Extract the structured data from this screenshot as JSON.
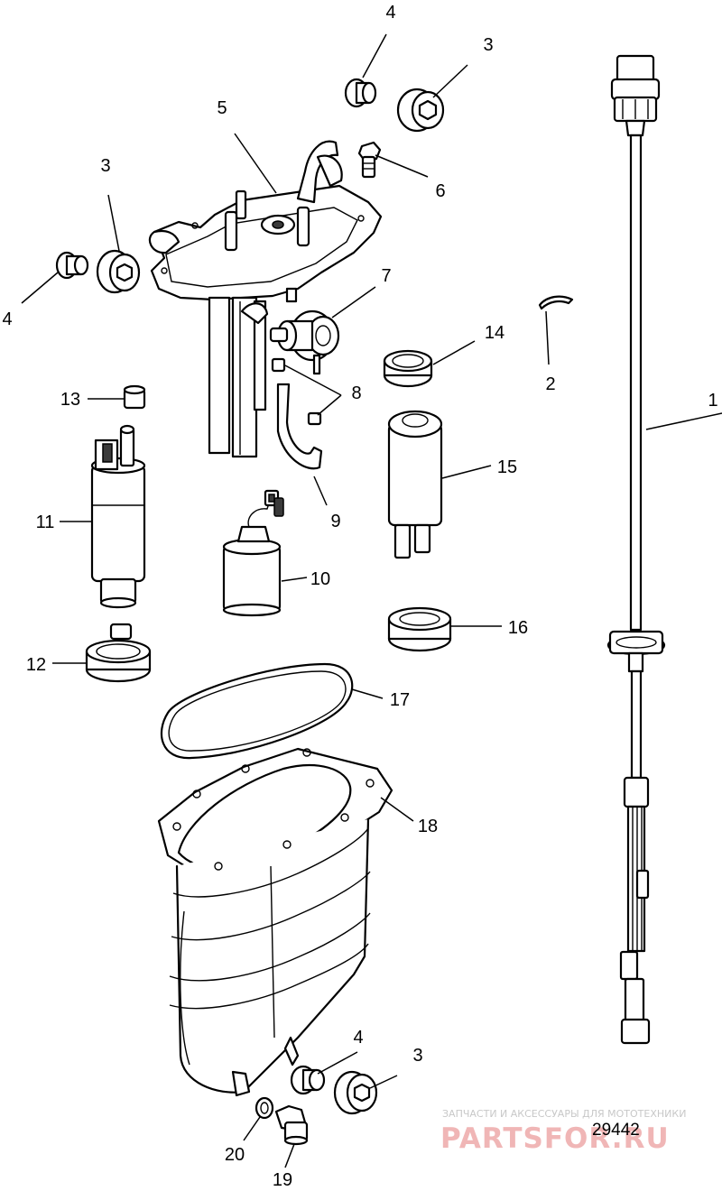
{
  "diagram": {
    "callouts": [
      {
        "id": "c1",
        "label": "1"
      },
      {
        "id": "c2",
        "label": "2"
      },
      {
        "id": "c3a",
        "label": "3"
      },
      {
        "id": "c3b",
        "label": "3"
      },
      {
        "id": "c3c",
        "label": "3"
      },
      {
        "id": "c4a",
        "label": "4"
      },
      {
        "id": "c4b",
        "label": "4"
      },
      {
        "id": "c4c",
        "label": "4"
      },
      {
        "id": "c5",
        "label": "5"
      },
      {
        "id": "c6",
        "label": "6"
      },
      {
        "id": "c7",
        "label": "7"
      },
      {
        "id": "c8",
        "label": "8"
      },
      {
        "id": "c9",
        "label": "9"
      },
      {
        "id": "c10",
        "label": "10"
      },
      {
        "id": "c11",
        "label": "11"
      },
      {
        "id": "c12",
        "label": "12"
      },
      {
        "id": "c13",
        "label": "13"
      },
      {
        "id": "c14",
        "label": "14"
      },
      {
        "id": "c15",
        "label": "15"
      },
      {
        "id": "c16",
        "label": "16"
      },
      {
        "id": "c17",
        "label": "17"
      },
      {
        "id": "c18",
        "label": "18"
      },
      {
        "id": "c19",
        "label": "19"
      },
      {
        "id": "c20",
        "label": "20"
      }
    ],
    "reference_number": "29442"
  },
  "watermark": {
    "tagline": "ЗАПЧАСТИ И АКСЕССУАРЫ ДЛЯ МОТОТЕХНИКИ",
    "brand": "PARTSFOR.RU",
    "color": "#f0b6b6"
  }
}
